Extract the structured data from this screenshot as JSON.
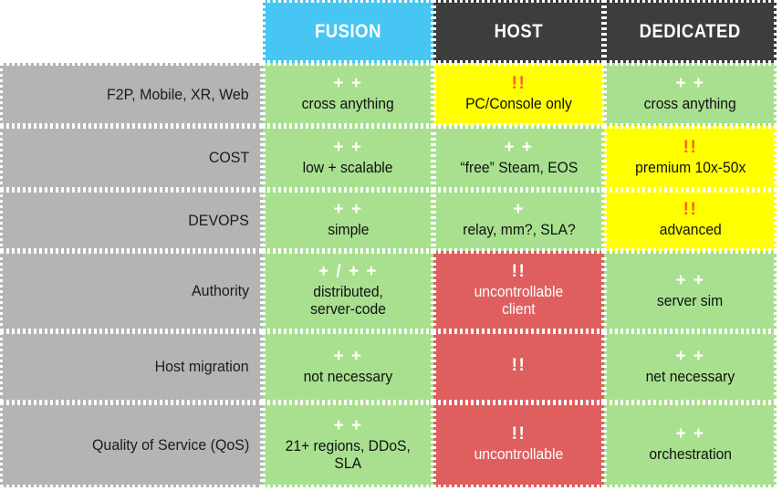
{
  "colors": {
    "fusion_header_bg": "#47c6f4",
    "host_header_bg": "#3d3d3d",
    "dedicated_header_bg": "#3d3d3d",
    "row_label_bg": "#b4b4b4",
    "good_bg": "#a8e08f",
    "warn_bg": "#ffff00",
    "bad_bg": "#df5f5f",
    "grid_line": "#ffffff",
    "warn_mark": "#f06a1e",
    "plus_mark": "#ffffff"
  },
  "table": {
    "corner_label": "",
    "columns": [
      {
        "key": "fusion",
        "label": "FUSION"
      },
      {
        "key": "host",
        "label": "HOST"
      },
      {
        "key": "dedicated",
        "label": "DEDICATED"
      }
    ],
    "rows": [
      {
        "label": "F2P, Mobile, XR, Web",
        "cells": [
          {
            "mark": "+ +",
            "mark_kind": "plus",
            "text": "cross anything",
            "rating": "green"
          },
          {
            "mark": "!!",
            "mark_kind": "warn-orange",
            "text": "PC/Console only",
            "rating": "yellow"
          },
          {
            "mark": "+ +",
            "mark_kind": "plus",
            "text": "cross anything",
            "rating": "green"
          }
        ]
      },
      {
        "label": "COST",
        "cells": [
          {
            "mark": "+ +",
            "mark_kind": "plus",
            "text": "low + scalable",
            "rating": "green"
          },
          {
            "mark": "+ +",
            "mark_kind": "plus",
            "text": "“free” Steam, EOS",
            "rating": "green"
          },
          {
            "mark": "!!",
            "mark_kind": "warn-orange",
            "text": "premium 10x-50x",
            "rating": "yellow"
          }
        ]
      },
      {
        "label": "DEVOPS",
        "cells": [
          {
            "mark": "+ +",
            "mark_kind": "plus",
            "text": "simple",
            "rating": "green"
          },
          {
            "mark": "+",
            "mark_kind": "plus",
            "text": "relay, mm?, SLA?",
            "rating": "green"
          },
          {
            "mark": "!!",
            "mark_kind": "warn-orange",
            "text": "advanced",
            "rating": "yellow"
          }
        ]
      },
      {
        "label": "Authority",
        "cells": [
          {
            "mark": "+ / + +",
            "mark_kind": "plus",
            "text": "distributed,\nserver-code",
            "rating": "green"
          },
          {
            "mark": "!!",
            "mark_kind": "warn-white",
            "text": "uncontrollable\nclient",
            "rating": "red"
          },
          {
            "mark": "+ +",
            "mark_kind": "plus",
            "text": "server sim",
            "rating": "green"
          }
        ]
      },
      {
        "label": "Host migration",
        "cells": [
          {
            "mark": "+ +",
            "mark_kind": "plus",
            "text": "not necessary",
            "rating": "green"
          },
          {
            "mark": "!!",
            "mark_kind": "warn-white",
            "text": "",
            "rating": "red"
          },
          {
            "mark": "+ +",
            "mark_kind": "plus",
            "text": "net necessary",
            "rating": "green"
          }
        ]
      },
      {
        "label": "Quality of Service (QoS)",
        "cells": [
          {
            "mark": "+ +",
            "mark_kind": "plus",
            "text": "21+ regions, DDoS,\nSLA",
            "rating": "green"
          },
          {
            "mark": "!!",
            "mark_kind": "warn-white",
            "text": "uncontrollable",
            "rating": "red"
          },
          {
            "mark": "+ +",
            "mark_kind": "plus",
            "text": "orchestration",
            "rating": "green"
          }
        ]
      }
    ]
  }
}
